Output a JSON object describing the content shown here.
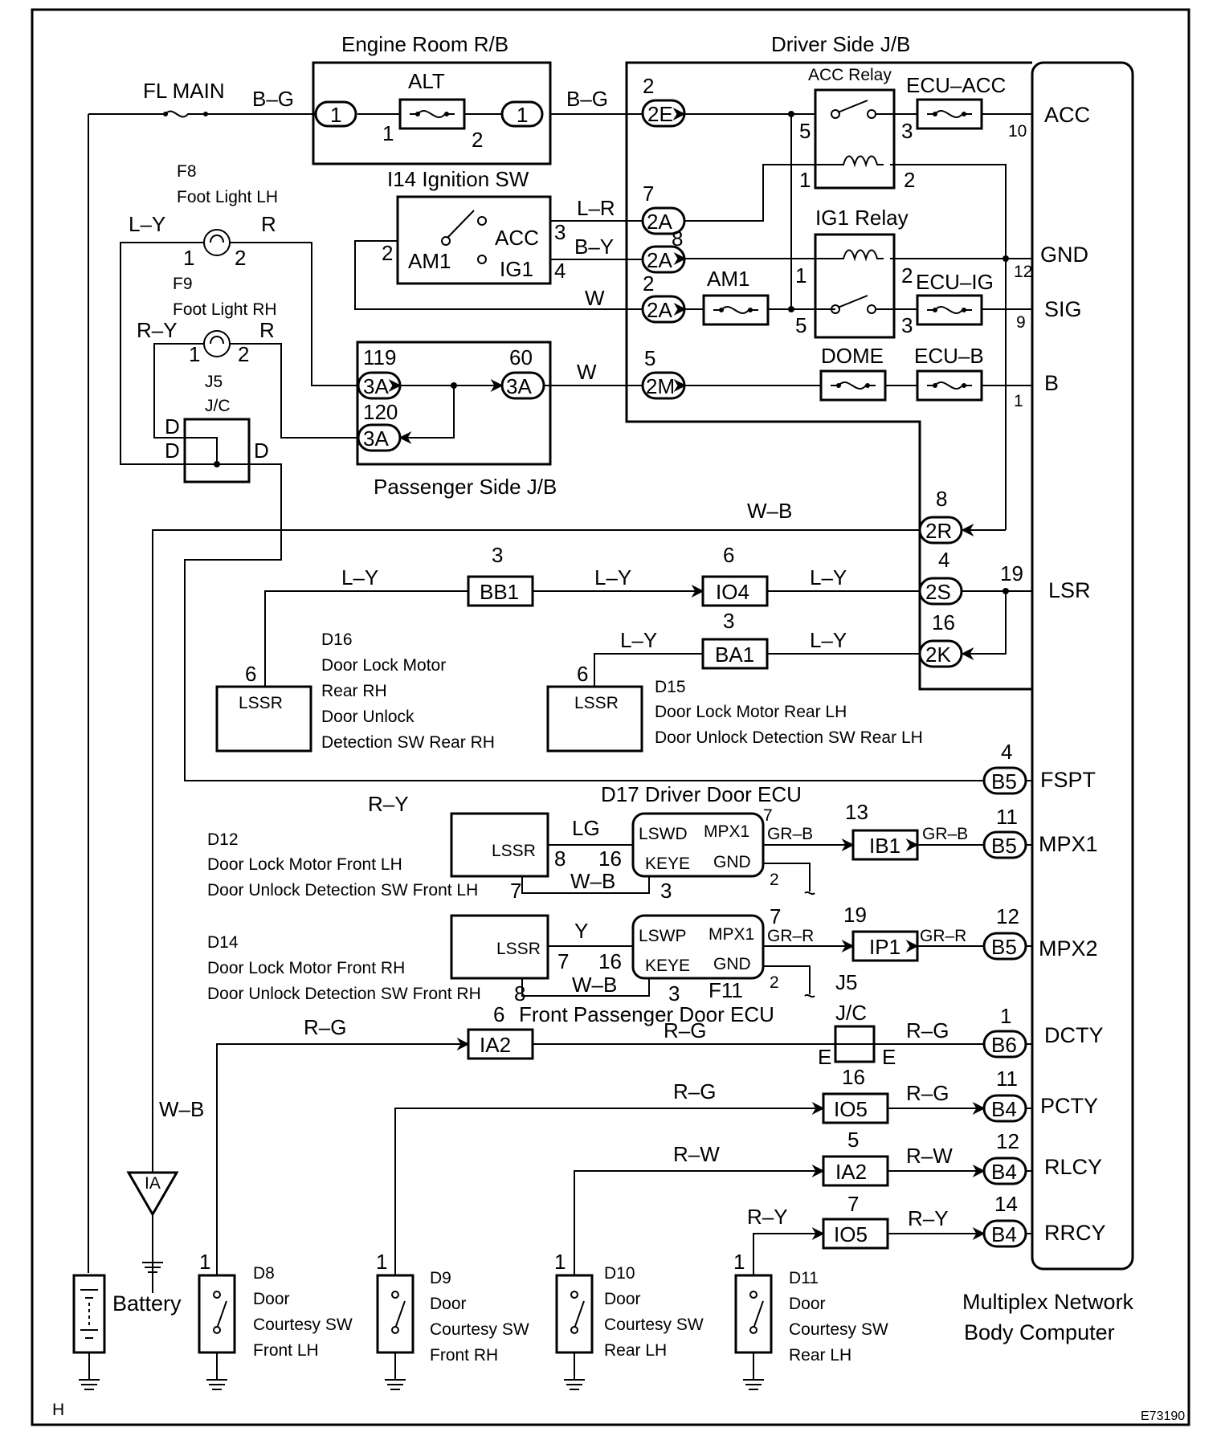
{
  "labels": {
    "fl_main": "FL MAIN",
    "engine_room_rb": "Engine Room R/B",
    "alt": "ALT",
    "driver_side_jb": "Driver Side J/B",
    "acc_relay": "ACC Relay",
    "ecu_acc": "ECU–ACC",
    "i14_ignition_sw": "I14 Ignition SW",
    "ig1_relay": "IG1 Relay",
    "am1_fuse": "AM1",
    "am1_sw": "AM1",
    "sw_acc": "ACC",
    "sw_ig1": "IG1",
    "ecu_ig": "ECU–IG",
    "dome": "DOME",
    "ecu_b": "ECU–B",
    "f8": "F8",
    "foot_light_lh": "Foot Light LH",
    "f9": "F9",
    "foot_light_rh": "Foot Light RH",
    "j5": "J5",
    "jc": "J/C",
    "passenger_side_jb": "Passenger Side J/B",
    "d16": "D16",
    "d16_line1": "Door Lock Motor",
    "d16_line2": "Rear RH",
    "d16_line3": "Door Unlock",
    "d16_line4": "Detection SW Rear RH",
    "d15": "D15",
    "d15_line1": "Door Lock Motor Rear LH",
    "d15_line2": "Door Unlock Detection SW Rear LH",
    "d17": "D17 Driver Door ECU",
    "d12": "D12",
    "d12_line1": "Door Lock Motor Front LH",
    "d12_line2": "Door Unlock Detection SW Front LH",
    "d14": "D14",
    "d14_line1": "Door Lock Motor Front RH",
    "d14_line2": "Door Unlock Detection SW Front RH",
    "f11": "F11",
    "front_passenger_door_ecu": "Front Passenger Door ECU",
    "j5_lower": "J5",
    "jc_lower": "J/C",
    "battery": "Battery",
    "ia_ground": "IA",
    "d8": "D8",
    "d9": "D9",
    "d10": "D10",
    "d11": "D11",
    "door": "Door",
    "courtesy_sw": "Courtesy SW",
    "front_lh": "Front LH",
    "front_rh": "Front RH",
    "rear_lh": "Rear LH",
    "multiplex_line1": "Multiplex Network",
    "multiplex_line2": "Body Computer",
    "corner_h": "H",
    "figure_id": "E73190",
    "lssr": "LSSR",
    "lswd": "LSWD",
    "lswp": "LSWP",
    "keye": "KEYE",
    "mpx1": "MPX1",
    "gnd": "GND"
  },
  "terminals": {
    "acc": "ACC",
    "gnd": "GND",
    "sig": "SIG",
    "b": "B",
    "lsr": "LSR",
    "fspt": "FSPT",
    "mpx1": "MPX1",
    "mpx2": "MPX2",
    "dcty": "DCTY",
    "pcty": "PCTY",
    "rlcy": "RLCY",
    "rrcy": "RRCY"
  },
  "connectors": {
    "er1a": "1",
    "er1b": "1",
    "2e": "2E",
    "2a": "2A",
    "2m": "2M",
    "3a": "3A",
    "2r": "2R",
    "2s": "2S",
    "2k": "2K",
    "bb1": "BB1",
    "io4": "IO4",
    "ba1": "BA1",
    "b5": "B5",
    "ib1": "IB1",
    "ip1": "IP1",
    "b6": "B6",
    "ia2": "IA2",
    "io5": "IO5",
    "b4": "B4"
  },
  "wires": {
    "bg": "B–G",
    "lr": "L–R",
    "by": "B–Y",
    "w": "W",
    "ly": "L–Y",
    "r": "R",
    "ry": "R–Y",
    "wb": "W–B",
    "lg": "LG",
    "grb": "GR–B",
    "y": "Y",
    "grr": "GR–R",
    "rg": "R–G",
    "rw": "R–W"
  },
  "pins": {
    "p1": "1",
    "p2": "2",
    "p3": "3",
    "p4": "4",
    "p5": "5",
    "p6": "6",
    "p7": "7",
    "p8": "8",
    "p9": "9",
    "p10": "10",
    "p11": "11",
    "p12": "12",
    "p13": "13",
    "p14": "14",
    "p16": "16",
    "p19": "19",
    "p60": "60",
    "p119": "119",
    "p120": "120",
    "d": "D",
    "e": "E"
  }
}
